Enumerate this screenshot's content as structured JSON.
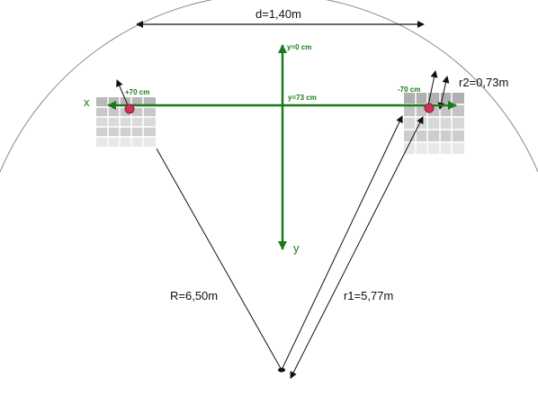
{
  "labels": {
    "d": "d=1,40m",
    "r2": "r2=0,73m",
    "R": "R=6,50m",
    "r1": "r1=5,77m",
    "y0": "y=0 cm",
    "y73": "y=73 cm",
    "plus70": "+70 cm",
    "minus70": "-70 cm",
    "x_axis": "x",
    "y_axis": "y"
  },
  "colors": {
    "axis_green": "#1a7a1a",
    "line": "#111111",
    "arc": "#888888",
    "point": "#cc3355"
  }
}
